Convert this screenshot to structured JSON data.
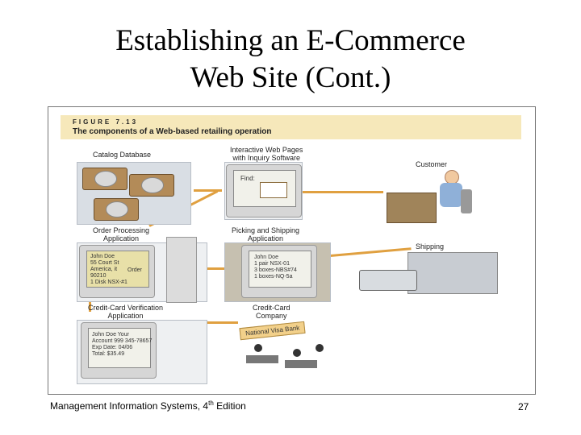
{
  "slide": {
    "title_line1": "Establishing an E-Commerce",
    "title_line2": "Web Site (Cont.)",
    "footer_text": "Management Information Systems, 4",
    "footer_superscript": "th",
    "footer_suffix": " Edition",
    "page_number": "27"
  },
  "figure": {
    "number": "FIGURE 7.13",
    "caption": "The components of a Web-based retailing operation",
    "labels": {
      "catalog": "Catalog Database",
      "interactive_line1": "Interactive Web Pages",
      "interactive_line2": "with Inquiry Software",
      "customer": "Customer",
      "order_line1": "Order Processing",
      "order_line2": "Application",
      "picking_line1": "Picking and Shipping",
      "picking_line2": "Application",
      "shipping": "Shipping",
      "credit_verify_line1": "Credit-Card Verification",
      "credit_verify_line2": "Application",
      "credit_company_line1": "Credit-Card",
      "credit_company_line2": "Company",
      "bank_sign": "National Visa Bank"
    },
    "screens": {
      "find": "Find:",
      "order_lines": [
        "John Doe",
        "55 Court St",
        "America, it",
        "90210",
        "1 Disk NSX-#1"
      ],
      "order_tag": "Order",
      "picking_lines": [
        "John Doe",
        "1 pair NSX-01",
        "3 boxes-NBS#74",
        "1 boxes-NQ-5a"
      ],
      "credit_lines": [
        "John Doe      Your",
        "Account 999 345-78657",
        "Exp Date: 04/06",
        "Total: $35.49"
      ]
    },
    "colors": {
      "header_bg": "#f6e8ba",
      "arrow": "#e0a040",
      "panel_bg": "#d9dee4"
    }
  }
}
